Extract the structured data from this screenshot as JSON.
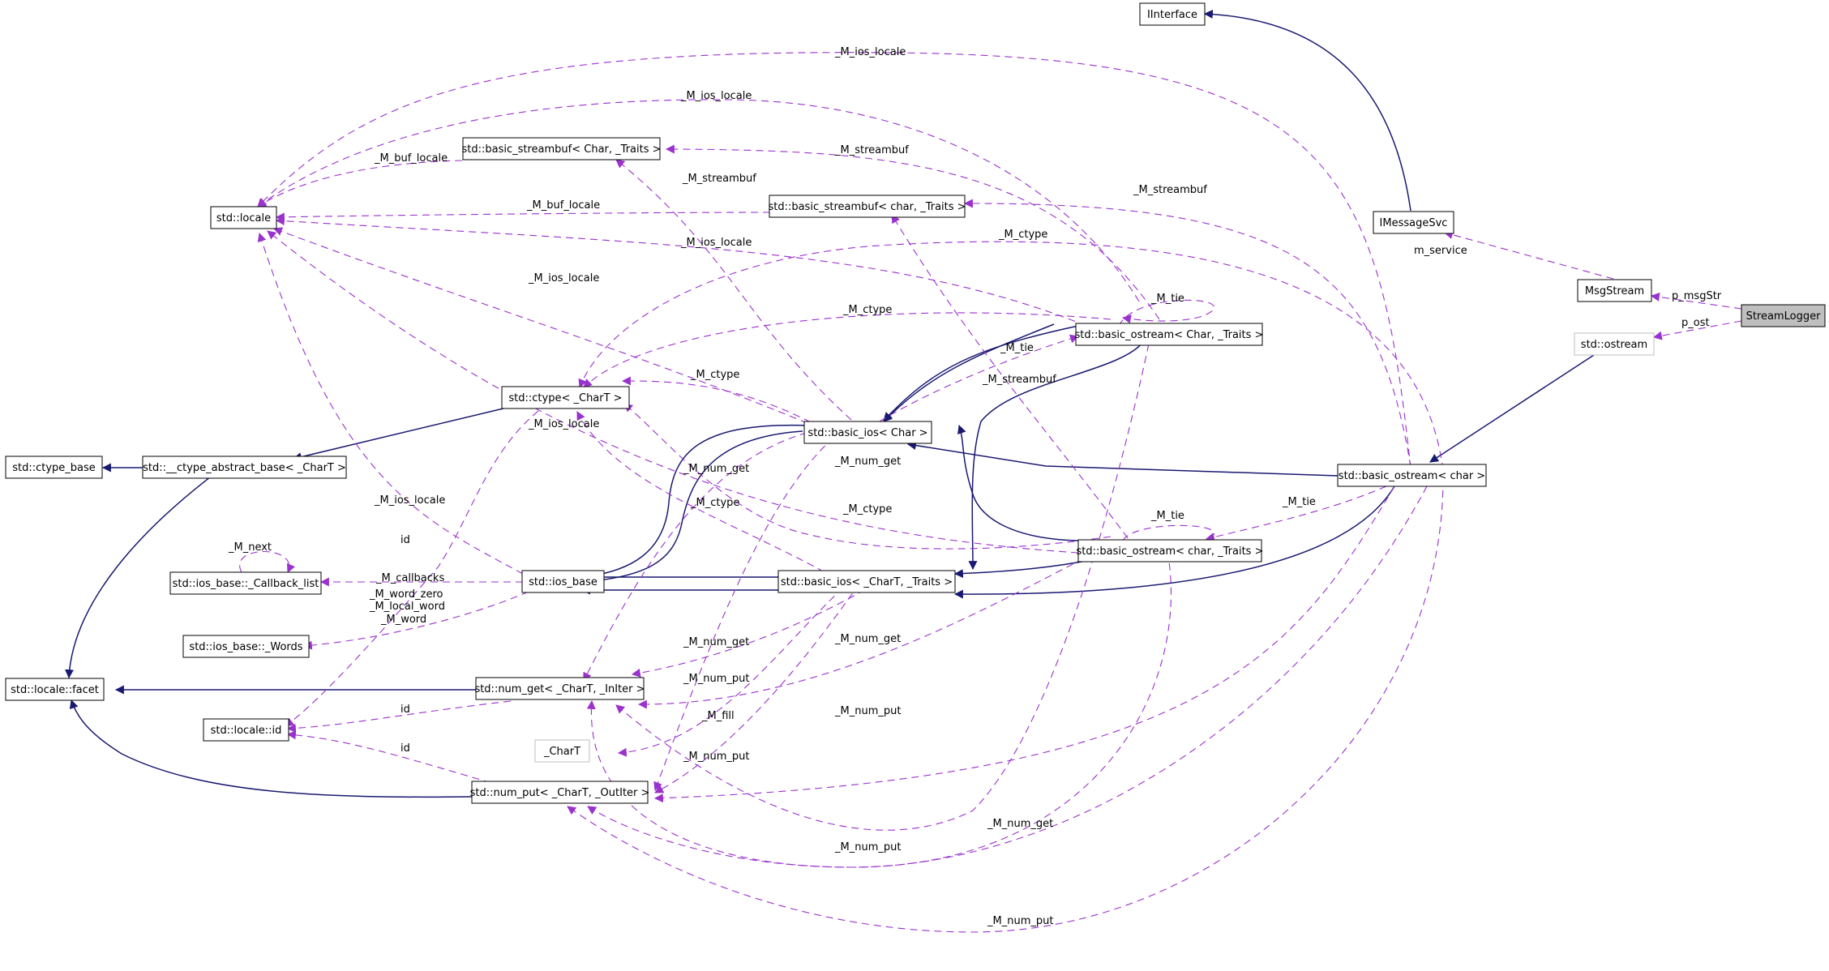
{
  "colors": {
    "inherit": "#191970",
    "usage": "#9a32cd",
    "highlight": "#bfbfbf",
    "grey_border": "#bfbfbf"
  },
  "nodes": {
    "iinterface": "IInterface",
    "imessagesvc": "IMessageSvc",
    "msgstream": "MsgStream",
    "streamlogger": "StreamLogger",
    "std_ostream": "std::ostream",
    "basic_ostream_char": "std::basic_ostream< char >",
    "basic_ostream_Char_Traits": "std::basic_ostream< Char, _Traits >",
    "basic_ostream_char_Traits": "std::basic_ostream< char, _Traits >",
    "basic_ios_Char": "std::basic_ios< Char >",
    "basic_ios_CharT_Traits": "std::basic_ios< _CharT, _Traits >",
    "ios_base": "std::ios_base",
    "basic_streambuf_Char_Traits": "std::basic_streambuf< Char, _Traits >",
    "basic_streambuf_char_Traits": "std::basic_streambuf< char, _Traits >",
    "locale": "std::locale",
    "ctype_CharT": "std::ctype< _CharT >",
    "ctype_abstract_base": "std::__ctype_abstract_base< _CharT >",
    "ctype_base": "std::ctype_base",
    "callback_list": "std::ios_base::_Callback_list",
    "words": "std::ios_base::_Words",
    "locale_facet": "std::locale::facet",
    "locale_id": "std::locale::id",
    "num_get": "std::num_get< _CharT, _InIter >",
    "num_put": "std::num_put< _CharT, _OutIter >",
    "chart": "_CharT"
  },
  "labels": {
    "m_ios_locale": "_M_ios_locale",
    "m_buf_locale": "_M_buf_locale",
    "m_streambuf": "_M_streambuf",
    "m_ctype": "_M_ctype",
    "m_tie": "_M_tie",
    "m_service": "m_service",
    "p_msgstr": "p_msgStr",
    "p_ost": "p_ost",
    "m_next": "_M_next",
    "id": "id",
    "m_callbacks": "_M_callbacks",
    "m_word_zero": "_M_word_zero",
    "m_local_word": "_M_local_word",
    "m_word": "_M_word",
    "m_num_get": "_M_num_get",
    "m_num_put": "_M_num_put",
    "m_fill": "_M_fill"
  }
}
